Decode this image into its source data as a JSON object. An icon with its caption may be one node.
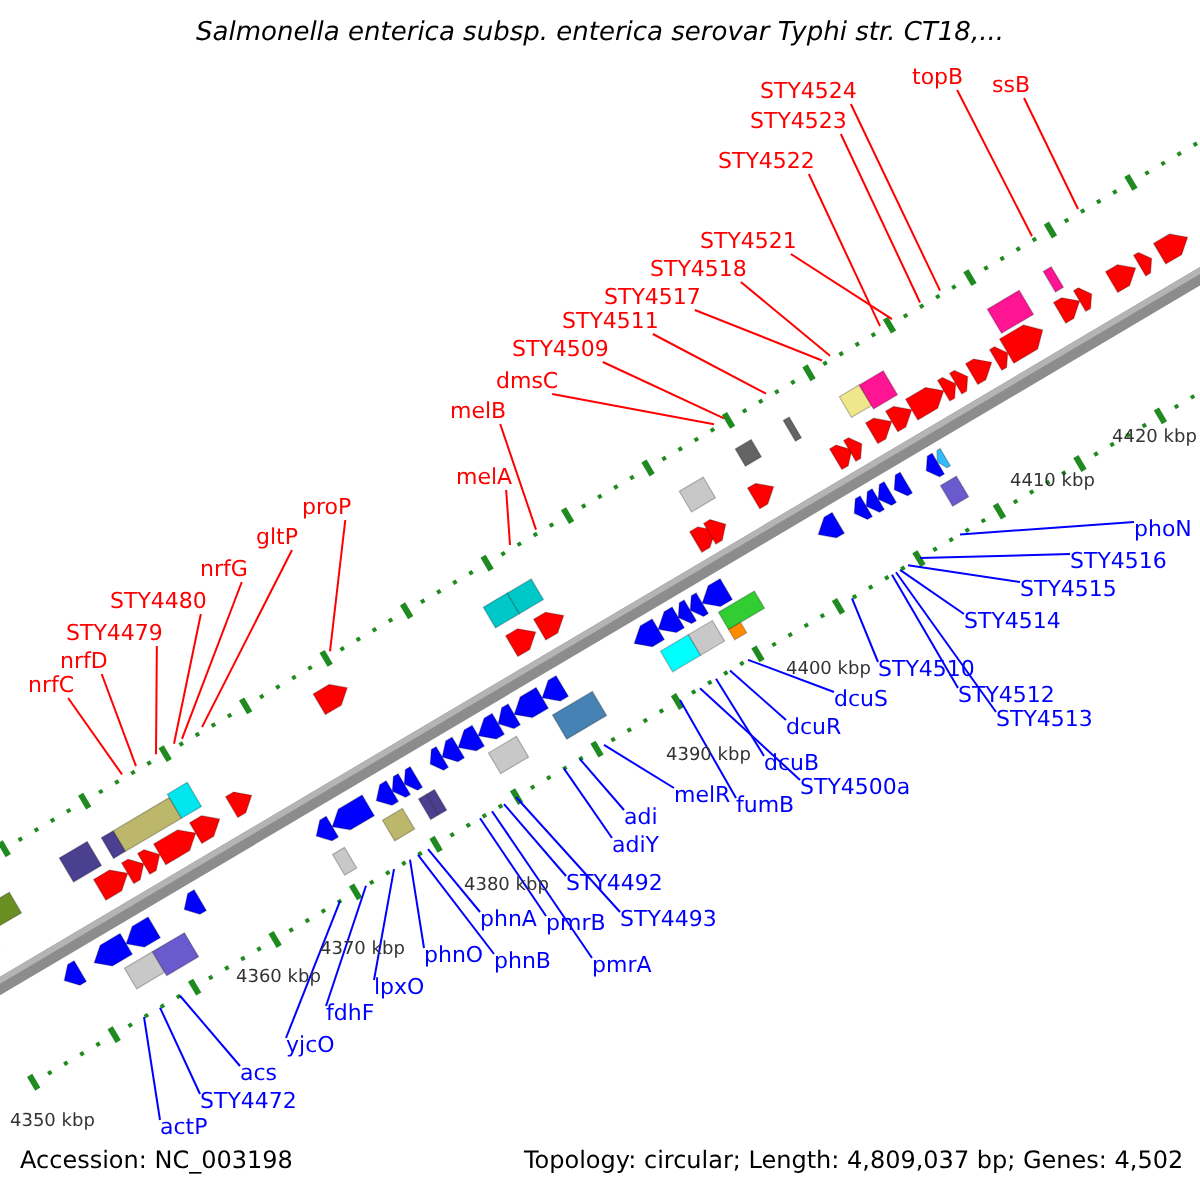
{
  "diagram": {
    "title": "Salmonella enterica subsp. enterica serovar Typhi str. CT18,...",
    "nodes": [
      {
        "text": [
          "nrfC"
        ]
      },
      {
        "text": [
          "nrfD"
        ]
      },
      {
        "text": [
          "STY4479"
        ]
      },
      {
        "text": [
          "STY4480"
        ]
      },
      {
        "text": [
          "nrfG"
        ]
      },
      {
        "text": [
          "gltP"
        ]
      },
      {
        "text": [
          "proP"
        ]
      },
      {
        "text": [
          "melA"
        ]
      },
      {
        "text": [
          "melB"
        ]
      },
      {
        "text": [
          "dmsC"
        ]
      },
      {
        "text": [
          "STY4509"
        ]
      },
      {
        "text": [
          "STY4511"
        ]
      },
      {
        "text": [
          "STY4517"
        ]
      },
      {
        "text": [
          "STY4518"
        ]
      },
      {
        "text": [
          "STY4521"
        ]
      },
      {
        "text": [
          "STY4522"
        ]
      },
      {
        "text": [
          "STY4523"
        ]
      },
      {
        "text": [
          "STY4524"
        ]
      },
      {
        "text": [
          "topB"
        ]
      },
      {
        "text": [
          "ssB"
        ]
      },
      {
        "text": [
          "actP"
        ]
      },
      {
        "text": [
          "STY4472"
        ]
      },
      {
        "text": [
          "acs"
        ]
      },
      {
        "text": [
          "yjcO"
        ]
      },
      {
        "text": [
          "fdhF"
        ]
      },
      {
        "text": [
          "lpxO"
        ]
      },
      {
        "text": [
          "phnO"
        ]
      },
      {
        "text": [
          "phnB"
        ]
      },
      {
        "text": [
          "phnA"
        ]
      },
      {
        "text": [
          "pmrB"
        ]
      },
      {
        "text": [
          "pmrA"
        ]
      },
      {
        "text": [
          "STY4492"
        ]
      },
      {
        "text": [
          "STY4493"
        ]
      },
      {
        "text": [
          "adiY"
        ]
      },
      {
        "text": [
          "adi"
        ]
      },
      {
        "text": [
          "melR"
        ]
      },
      {
        "text": [
          "fumB"
        ]
      },
      {
        "text": [
          "STY4500a"
        ]
      },
      {
        "text": [
          "dcuB"
        ]
      },
      {
        "text": [
          "dcuR"
        ]
      },
      {
        "text": [
          "dcuS"
        ]
      },
      {
        "text": [
          "STY4510"
        ]
      },
      {
        "text": [
          "STY4512"
        ]
      },
      {
        "text": [
          "STY4513"
        ]
      },
      {
        "text": [
          "STY4514"
        ]
      },
      {
        "text": [
          "STY4515"
        ]
      },
      {
        "text": [
          "STY4516"
        ]
      },
      {
        "text": [
          "phoN"
        ]
      }
    ],
    "edges": [
      {
        "from": 0,
        "to": null,
        "arrow": "none",
        "color": "#ff0000"
      },
      {
        "from": 1,
        "to": null,
        "arrow": "none",
        "color": "#ff0000"
      },
      {
        "from": 2,
        "to": null,
        "arrow": "none",
        "color": "#ff0000"
      },
      {
        "from": 3,
        "to": null,
        "arrow": "none",
        "color": "#ff0000"
      },
      {
        "from": 4,
        "to": null,
        "arrow": "none",
        "color": "#ff0000"
      },
      {
        "from": 5,
        "to": null,
        "arrow": "none",
        "color": "#ff0000"
      },
      {
        "from": 6,
        "to": null,
        "arrow": "none",
        "color": "#ff0000"
      },
      {
        "from": 7,
        "to": null,
        "arrow": "none",
        "color": "#ff0000"
      },
      {
        "from": 8,
        "to": null,
        "arrow": "none",
        "color": "#ff0000"
      },
      {
        "from": 9,
        "to": null,
        "arrow": "none",
        "color": "#ff0000"
      },
      {
        "from": 10,
        "to": null,
        "arrow": "none",
        "color": "#ff0000"
      },
      {
        "from": 11,
        "to": null,
        "arrow": "none",
        "color": "#ff0000"
      },
      {
        "from": 12,
        "to": null,
        "arrow": "none",
        "color": "#ff0000"
      },
      {
        "from": 13,
        "to": null,
        "arrow": "none",
        "color": "#ff0000"
      },
      {
        "from": 14,
        "to": null,
        "arrow": "none",
        "color": "#ff0000"
      },
      {
        "from": 15,
        "to": null,
        "arrow": "none",
        "color": "#ff0000"
      },
      {
        "from": 16,
        "to": null,
        "arrow": "none",
        "color": "#ff0000"
      },
      {
        "from": 17,
        "to": null,
        "arrow": "none",
        "color": "#ff0000"
      },
      {
        "from": 18,
        "to": null,
        "arrow": "none",
        "color": "#ff0000"
      },
      {
        "from": 19,
        "to": null,
        "arrow": "none",
        "color": "#ff0000"
      },
      {
        "from": 20,
        "to": null,
        "arrow": "none"
      },
      {
        "from": 21,
        "to": null,
        "arrow": "none"
      },
      {
        "from": 22,
        "to": null,
        "arrow": "none"
      },
      {
        "from": 23,
        "to": null,
        "arrow": "none"
      },
      {
        "from": 24,
        "to": null,
        "arrow": "none"
      },
      {
        "from": 25,
        "to": null,
        "arrow": "none"
      },
      {
        "from": 26,
        "to": null,
        "arrow": "none"
      },
      {
        "from": 27,
        "to": null,
        "arrow": "none"
      },
      {
        "from": 28,
        "to": null,
        "arrow": "none"
      },
      {
        "from": 29,
        "to": null,
        "arrow": "none"
      },
      {
        "from": 30,
        "to": null,
        "arrow": "none"
      },
      {
        "from": 31,
        "to": null,
        "arrow": "none"
      },
      {
        "from": 32,
        "to": null,
        "arrow": "none"
      },
      {
        "from": 33,
        "to": null,
        "arrow": "none"
      },
      {
        "from": 34,
        "to": null,
        "arrow": "none"
      },
      {
        "from": 35,
        "to": null,
        "arrow": "none"
      },
      {
        "from": 36,
        "to": null,
        "arrow": "none"
      },
      {
        "from": 37,
        "to": null,
        "arrow": "none"
      },
      {
        "from": 38,
        "to": null,
        "arrow": "none"
      },
      {
        "from": 39,
        "to": null,
        "arrow": "none"
      },
      {
        "from": 40,
        "to": null,
        "arrow": "none"
      },
      {
        "from": 41,
        "to": null,
        "arrow": "none"
      },
      {
        "from": 42,
        "to": null,
        "arrow": "none"
      },
      {
        "from": 43,
        "to": null,
        "arrow": "none"
      },
      {
        "from": 44,
        "to": null,
        "arrow": "none"
      },
      {
        "from": 45,
        "to": null,
        "arrow": "none"
      },
      {
        "from": 46,
        "to": null,
        "arrow": "none"
      },
      {
        "from": 47,
        "to": null,
        "arrow": "none"
      }
    ],
    "labels": [
      "4350 kbp",
      "4360 kbp",
      "4370 kbp",
      "4380 kbp",
      "4390 kbp",
      "4400 kbp",
      "4410 kbp",
      "4420 kbp",
      "Accession: NC_003198",
      "Topology: circular; Length: 4,809,037 bp; Genes: 4,502"
    ]
  }
}
